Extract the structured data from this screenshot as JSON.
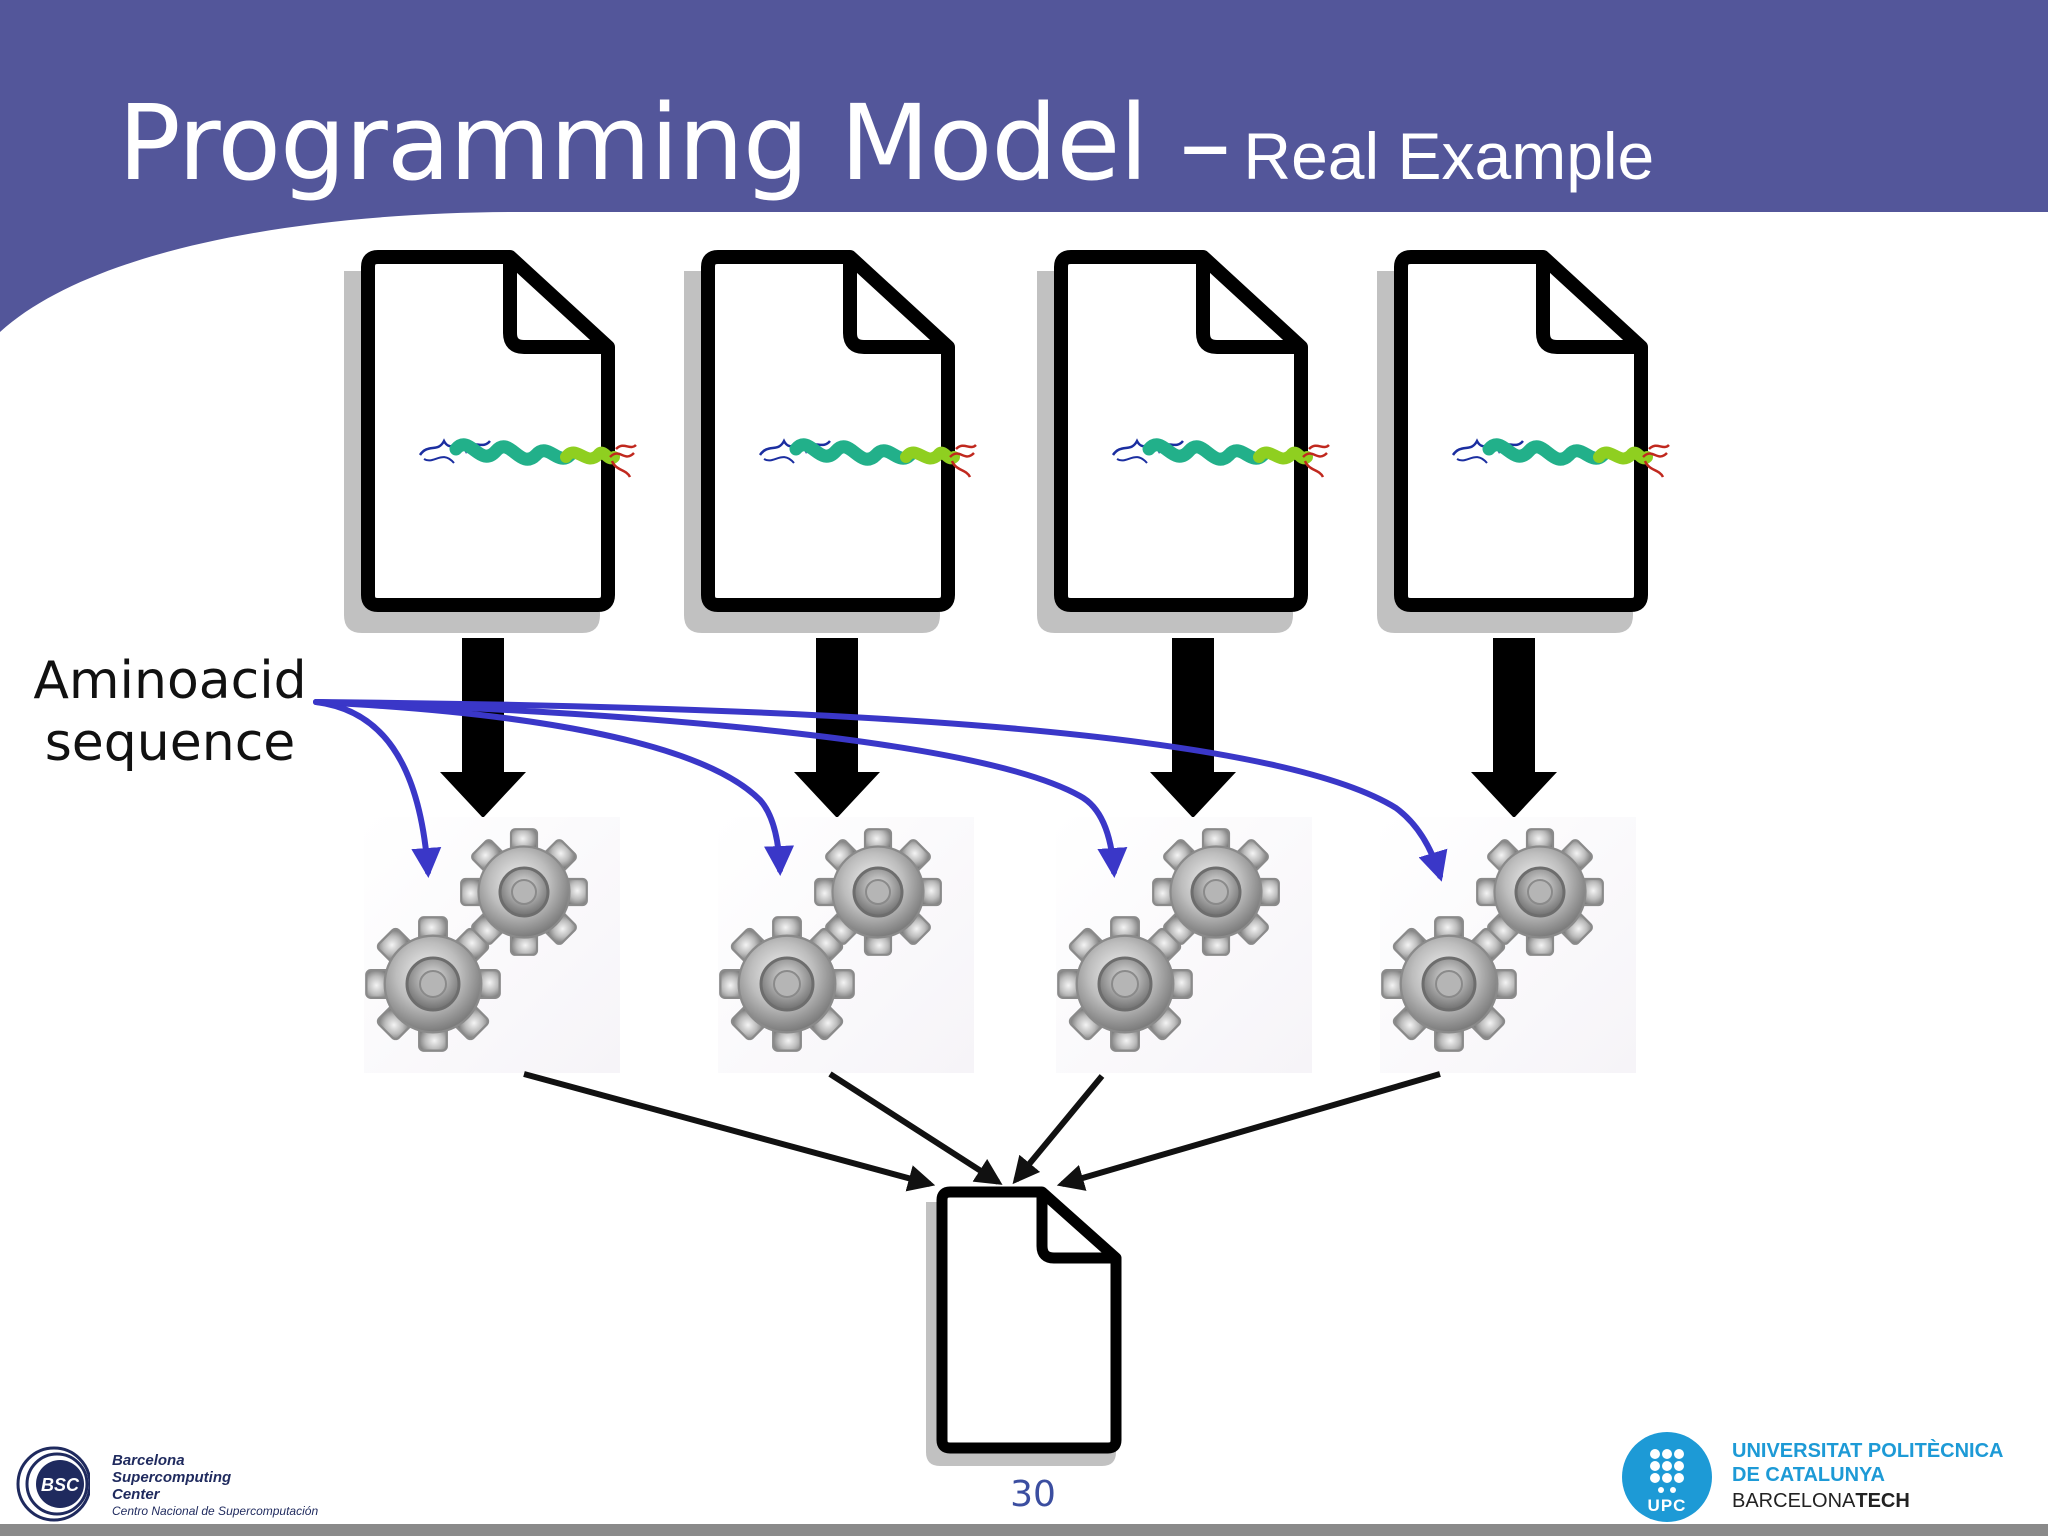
{
  "slide": {
    "title_main": "Programming Model –",
    "title_sub": "Real Example",
    "aminoacid_label_line1": "Aminoacid",
    "aminoacid_label_line2": "sequence",
    "page_number": "30"
  },
  "diagram": {
    "input_files_count": 4,
    "gear_groups_count": 4,
    "output_files_count": 1
  },
  "logos": {
    "bsc": {
      "abbr": "BSC",
      "line1": "Barcelona",
      "line2": "Supercomputing",
      "line3": "Center",
      "tagline": "Centro Nacional de Supercomputación"
    },
    "upc": {
      "abbr": "UPC",
      "line1": "UNIVERSITAT POLITÈCNICA",
      "line2": "DE CATALUNYA",
      "line3_regular": "BARCELONA",
      "line3_bold": "TECH"
    }
  },
  "colors": {
    "header": "#53569a",
    "arrow_blue": "#3a37c8",
    "upc_blue": "#1d9ad6",
    "bsc_navy": "#1f2a5e"
  }
}
